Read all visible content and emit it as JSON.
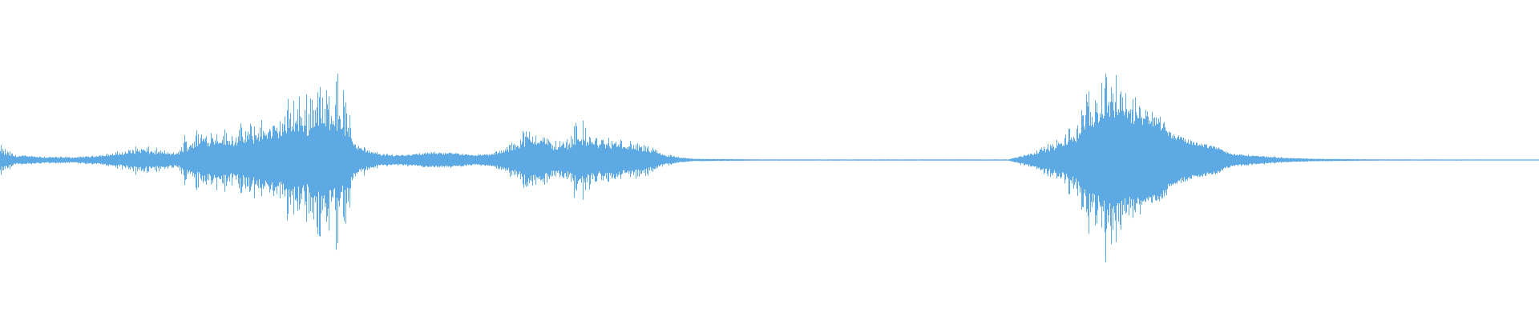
{
  "waveform": {
    "color": "#5DA9E4",
    "background": "#ffffff",
    "envelope": [
      [
        0.0,
        0.06,
        0.14
      ],
      [
        0.01,
        0.03,
        0.05
      ],
      [
        0.02,
        0.03,
        0.04
      ],
      [
        0.03,
        0.02,
        0.04
      ],
      [
        0.04,
        0.02,
        0.03
      ],
      [
        0.05,
        0.02,
        0.03
      ],
      [
        0.06,
        0.03,
        0.04
      ],
      [
        0.07,
        0.04,
        0.06
      ],
      [
        0.08,
        0.05,
        0.09
      ],
      [
        0.09,
        0.07,
        0.14
      ],
      [
        0.1,
        0.06,
        0.11
      ],
      [
        0.11,
        0.05,
        0.08
      ],
      [
        0.115,
        0.05,
        0.06
      ],
      [
        0.12,
        0.09,
        0.25
      ],
      [
        0.13,
        0.14,
        0.32
      ],
      [
        0.14,
        0.16,
        0.3
      ],
      [
        0.15,
        0.14,
        0.28
      ],
      [
        0.16,
        0.16,
        0.34
      ],
      [
        0.17,
        0.2,
        0.38
      ],
      [
        0.18,
        0.22,
        0.35
      ],
      [
        0.19,
        0.28,
        0.65
      ],
      [
        0.2,
        0.26,
        0.62
      ],
      [
        0.205,
        0.34,
        1.0
      ],
      [
        0.21,
        0.3,
        0.6
      ],
      [
        0.215,
        0.32,
        0.85
      ],
      [
        0.22,
        0.3,
        0.98
      ],
      [
        0.225,
        0.25,
        0.55
      ],
      [
        0.23,
        0.12,
        0.22
      ],
      [
        0.24,
        0.06,
        0.09
      ],
      [
        0.25,
        0.04,
        0.06
      ],
      [
        0.26,
        0.04,
        0.05
      ],
      [
        0.27,
        0.05,
        0.06
      ],
      [
        0.28,
        0.06,
        0.07
      ],
      [
        0.29,
        0.06,
        0.07
      ],
      [
        0.3,
        0.05,
        0.06
      ],
      [
        0.31,
        0.04,
        0.05
      ],
      [
        0.32,
        0.05,
        0.06
      ],
      [
        0.33,
        0.08,
        0.14
      ],
      [
        0.34,
        0.14,
        0.3
      ],
      [
        0.35,
        0.16,
        0.28
      ],
      [
        0.36,
        0.1,
        0.18
      ],
      [
        0.37,
        0.12,
        0.22
      ],
      [
        0.375,
        0.18,
        0.52
      ],
      [
        0.38,
        0.14,
        0.3
      ],
      [
        0.39,
        0.12,
        0.22
      ],
      [
        0.4,
        0.12,
        0.2
      ],
      [
        0.41,
        0.1,
        0.18
      ],
      [
        0.42,
        0.08,
        0.14
      ],
      [
        0.43,
        0.04,
        0.07
      ],
      [
        0.44,
        0.02,
        0.03
      ],
      [
        0.45,
        0.01,
        0.01
      ],
      [
        0.5,
        0.005,
        0.005
      ],
      [
        0.6,
        0.005,
        0.005
      ],
      [
        0.655,
        0.005,
        0.005
      ],
      [
        0.66,
        0.02,
        0.03
      ],
      [
        0.67,
        0.05,
        0.08
      ],
      [
        0.68,
        0.09,
        0.14
      ],
      [
        0.69,
        0.12,
        0.22
      ],
      [
        0.7,
        0.2,
        0.42
      ],
      [
        0.705,
        0.28,
        0.6
      ],
      [
        0.71,
        0.34,
        0.7
      ],
      [
        0.715,
        0.4,
        0.8
      ],
      [
        0.72,
        0.45,
        0.9
      ],
      [
        0.725,
        0.44,
        0.72
      ],
      [
        0.73,
        0.42,
        0.66
      ],
      [
        0.735,
        0.38,
        0.56
      ],
      [
        0.74,
        0.4,
        0.52
      ],
      [
        0.745,
        0.38,
        0.48
      ],
      [
        0.75,
        0.36,
        0.44
      ],
      [
        0.755,
        0.32,
        0.38
      ],
      [
        0.76,
        0.24,
        0.26
      ],
      [
        0.77,
        0.18,
        0.19
      ],
      [
        0.78,
        0.14,
        0.15
      ],
      [
        0.79,
        0.12,
        0.12
      ],
      [
        0.795,
        0.08,
        0.09
      ],
      [
        0.8,
        0.05,
        0.06
      ],
      [
        0.81,
        0.04,
        0.05
      ],
      [
        0.82,
        0.03,
        0.04
      ],
      [
        0.83,
        0.02,
        0.03
      ],
      [
        0.84,
        0.015,
        0.02
      ],
      [
        0.85,
        0.01,
        0.015
      ],
      [
        0.87,
        0.008,
        0.01
      ],
      [
        0.9,
        0.005,
        0.005
      ],
      [
        1.0,
        0.004,
        0.004
      ]
    ]
  }
}
